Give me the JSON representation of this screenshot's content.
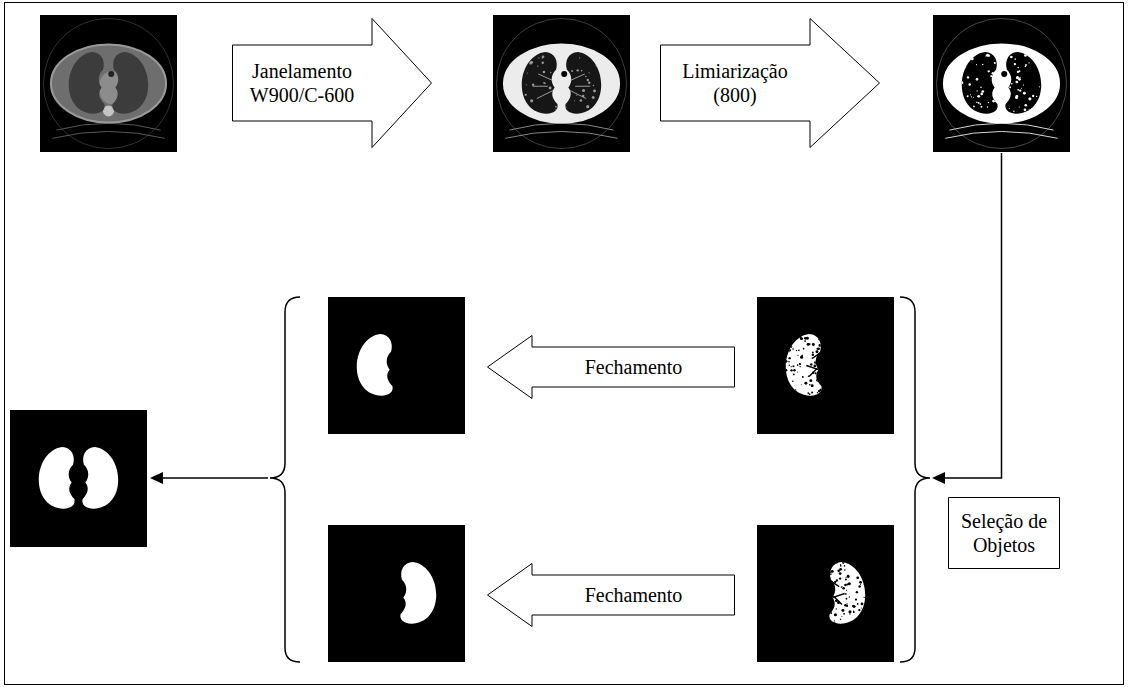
{
  "diagram": {
    "nodes": [
      {
        "text": [
          "Janelamento W900/C-600"
        ]
      },
      {
        "text": [
          "Limiarização (800)"
        ]
      },
      {
        "text": [
          "Fechamento"
        ]
      },
      {
        "text": [
          "Fechamento"
        ]
      },
      {
        "text": [
          "Seleção de Objetos"
        ]
      }
    ]
  }
}
